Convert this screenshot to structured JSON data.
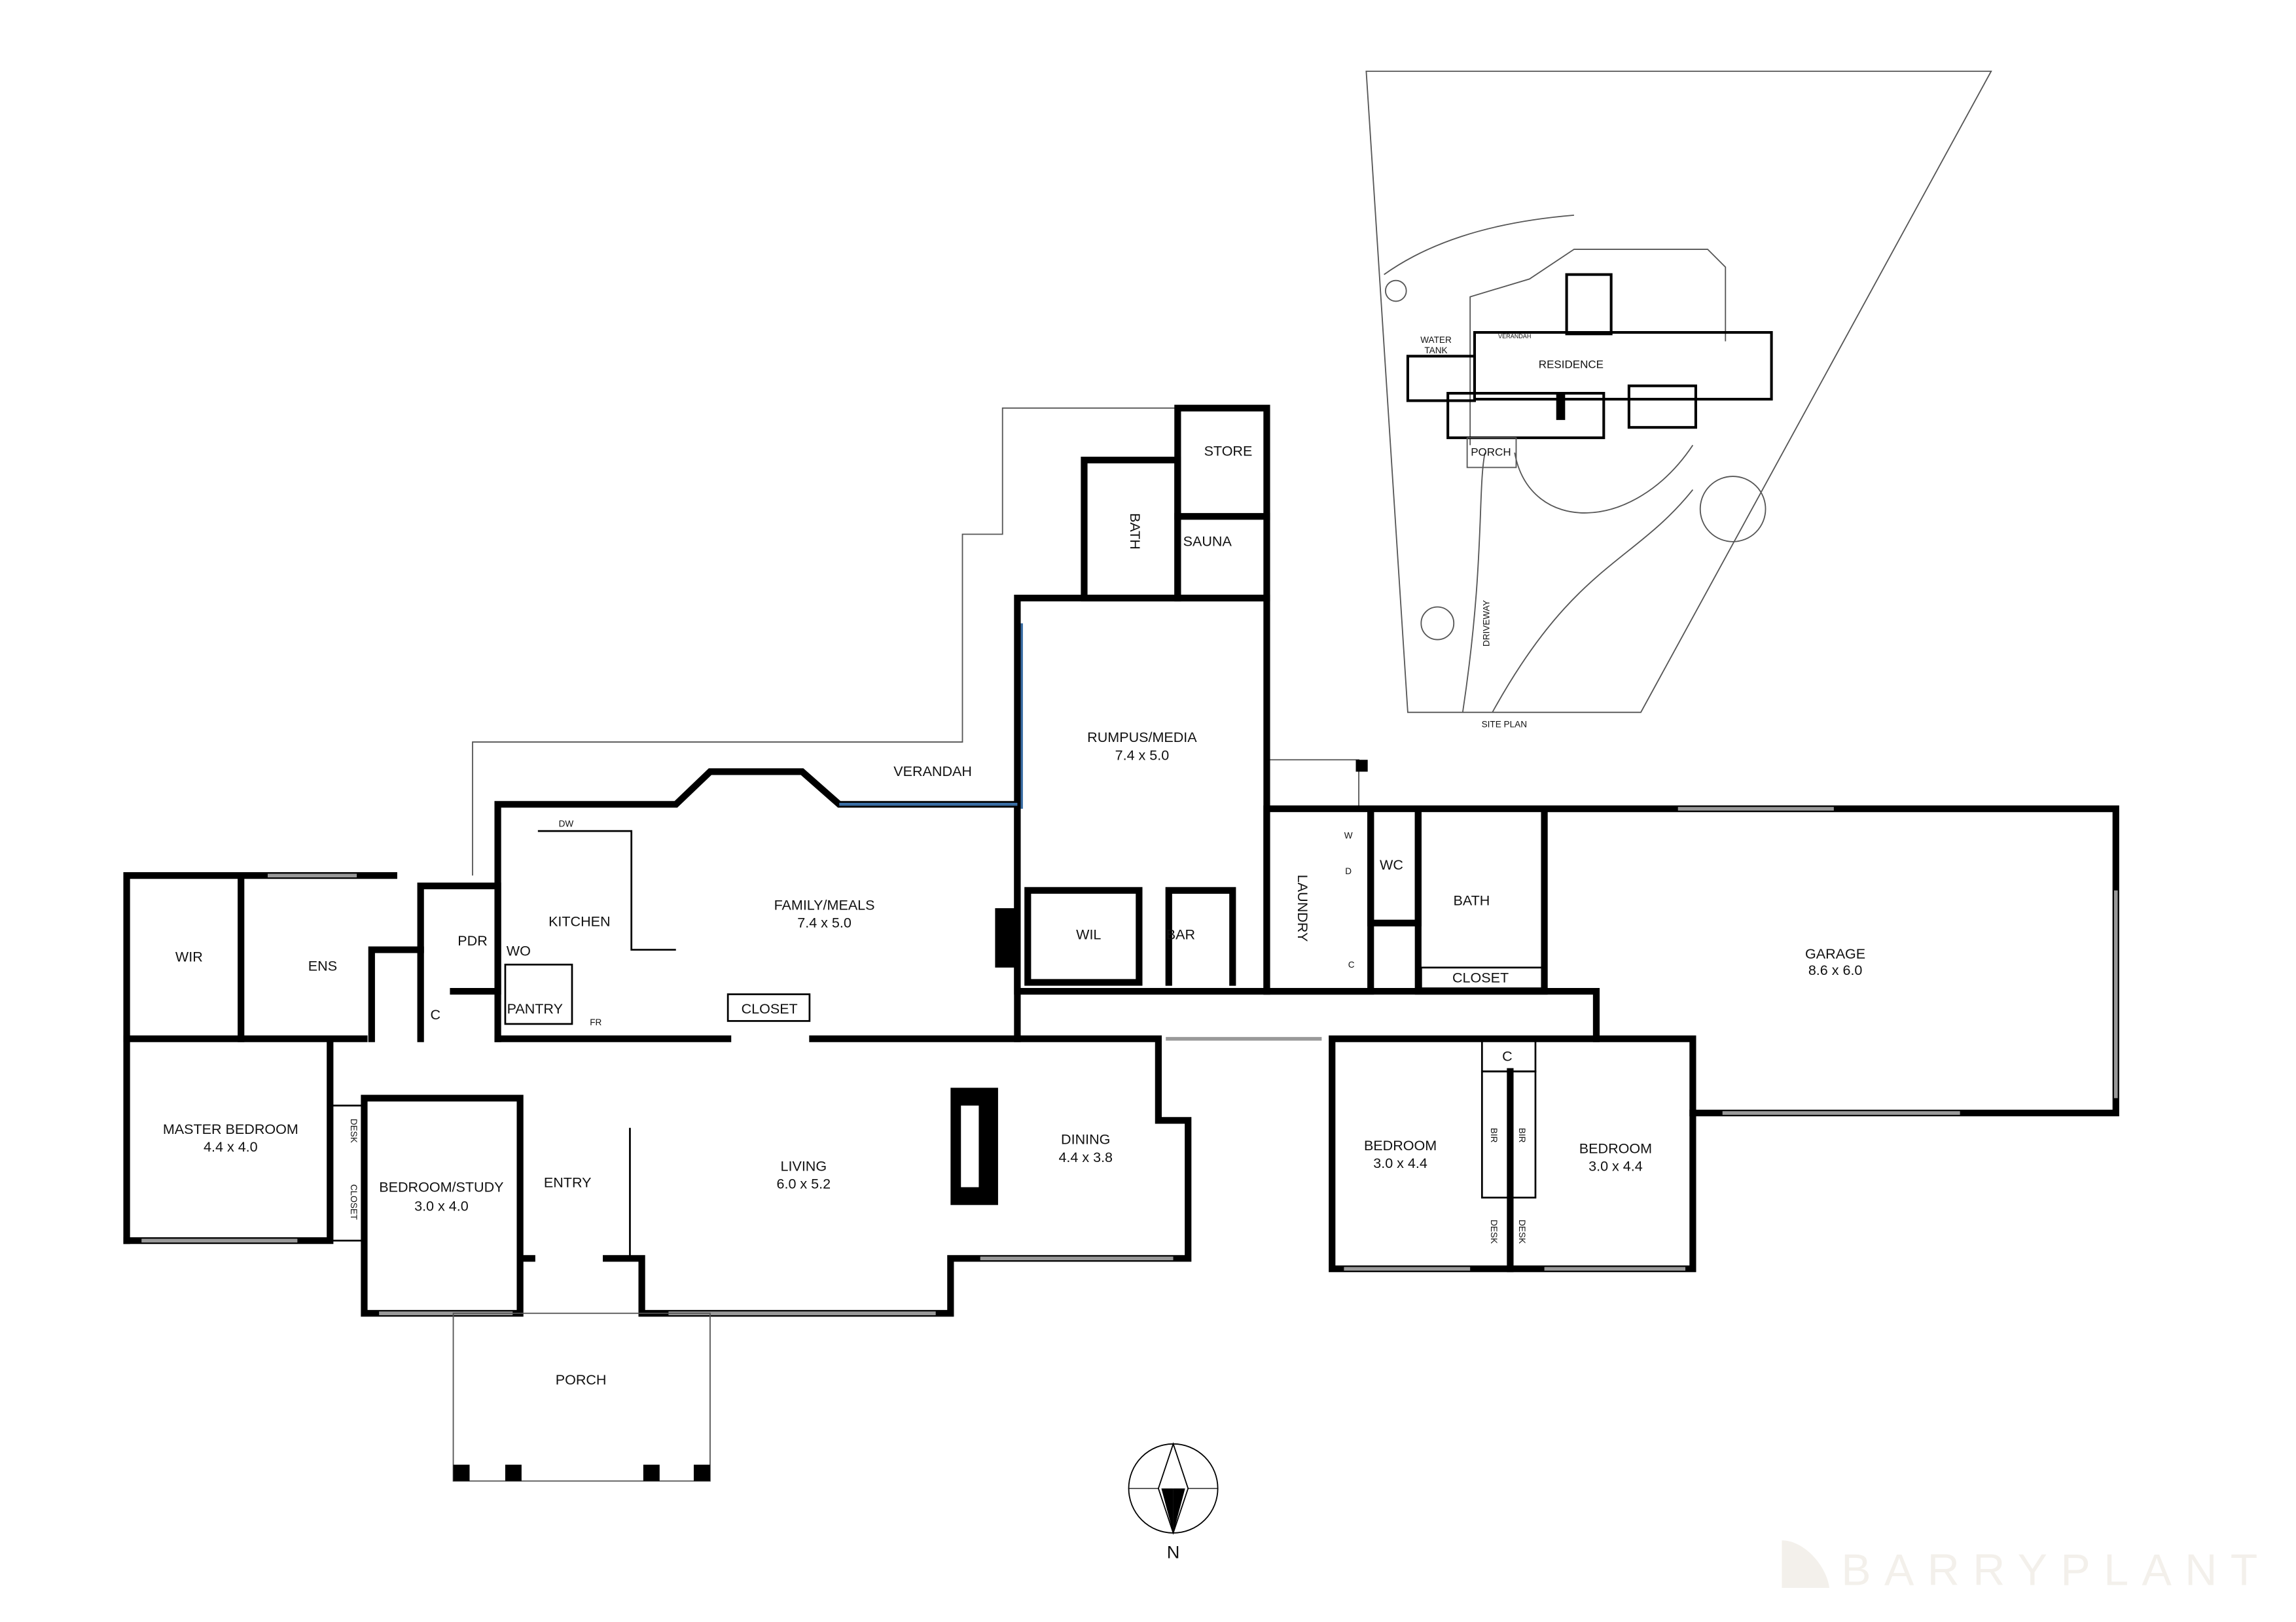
{
  "colors": {
    "walls": "#000000",
    "background": "#ffffff",
    "logo": "#f3f0eb",
    "glazing": "#3a6ea5"
  },
  "rooms": {
    "store": "STORE",
    "sauna": "SAUNA",
    "bath_upper": "BATH",
    "rumpus": {
      "name": "RUMPUS/MEDIA",
      "dims": "7.4 x 5.0"
    },
    "verandah": "VERANDAH",
    "family": {
      "name": "FAMILY/MEALS",
      "dims": "7.4 x 5.0"
    },
    "kitchen": "KITCHEN",
    "dw": "DW",
    "wo": "WO",
    "pantry": "PANTRY",
    "fr": "FR",
    "closet_family": "CLOSET",
    "wil": "WIL",
    "bar": "BAR",
    "laundry": "LAUNDRY",
    "w": "W",
    "d": "D",
    "c_laundry": "C",
    "wc": "WC",
    "bath_east": "BATH",
    "closet_bath": "CLOSET",
    "garage": {
      "name": "GARAGE",
      "dims": "8.6 x 6.0"
    },
    "wir": "WIR",
    "ens": "ENS",
    "pdr": "PDR",
    "c_pdr": "C",
    "master": {
      "name": "MASTER BEDROOM",
      "dims": "4.4 x 4.0"
    },
    "desk_master": "DESK",
    "closet_master": "CLOSET",
    "study": {
      "name": "BEDROOM/STUDY",
      "dims": "3.0 x 4.0"
    },
    "entry": "ENTRY",
    "living": {
      "name": "LIVING",
      "dims": "6.0 x 5.2"
    },
    "dining": {
      "name": "DINING",
      "dims": "4.4 x 3.8"
    },
    "bedroom2": {
      "name": "BEDROOM",
      "dims": "3.0 x 4.4"
    },
    "bedroom3": {
      "name": "BEDROOM",
      "dims": "3.0 x 4.4"
    },
    "bir1": "BIR",
    "bir2": "BIR",
    "c_bed": "C",
    "desk1": "DESK",
    "desk2": "DESK",
    "porch": "PORCH"
  },
  "site_plan": {
    "title": "SITE PLAN",
    "water_tank_1": "WATER",
    "water_tank_2": "TANK",
    "verandah": "VERANDAH",
    "residence": "RESIDENCE",
    "porch": "PORCH",
    "driveway": "DRIVEWAY"
  },
  "compass": {
    "label": "N",
    "icon": "north-arrow-icon"
  },
  "logo": {
    "text": "BARRYPLANT"
  }
}
